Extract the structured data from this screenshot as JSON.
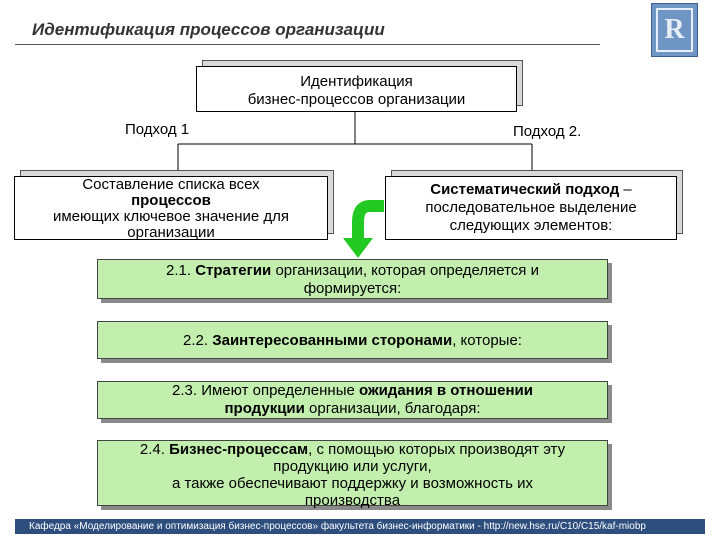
{
  "header": {
    "title": "Идентификация процессов организации"
  },
  "logo": {
    "glyph": "R"
  },
  "top_box": {
    "line1": "Идентификация",
    "line2": "бизнес-процессов организации"
  },
  "approach1": {
    "label": "Подход 1"
  },
  "approach2": {
    "label": "Подход 2."
  },
  "left_box": {
    "line1": "Составление списка всех",
    "line2": "процессов",
    "line3": "имеющих ключевое значение для",
    "line4": "организации"
  },
  "right_box": {
    "line1_bold": "Систематический подход",
    "line1_rest": " –",
    "line2": "последовательное выделение",
    "line3": "следующих элементов:"
  },
  "steps": [
    {
      "prefix": "2.1. ",
      "bold": "Стратегии",
      "rest": " организации, которая определяется и",
      "line2": "формируется:"
    },
    {
      "prefix": "2.2. ",
      "bold": "Заинтересованными сторонами",
      "rest": ", которые:"
    },
    {
      "prefix": "2.3. Имеют определенные ",
      "bold": "ожидания в отношении",
      "line2_bold": "продукции",
      "line2_rest": " организации, благодаря:"
    },
    {
      "prefix": "2.4. ",
      "bold": "Бизнес-процессам",
      "rest": ", с помощью которых производят эту",
      "line2": "продукцию или услуги,",
      "line3": "а также обеспечивают поддержку и возможность их",
      "line4": "производства"
    }
  ],
  "footer": {
    "text": "Кафедра «Моделирование и оптимизация бизнес-процессов» факультета бизнес-информатики - http://new.hse.ru/C10/C15/kaf-miobp"
  },
  "colors": {
    "green": "#c2efae",
    "arrow": "#22c922",
    "footer_bg": "#2e4e7e"
  }
}
